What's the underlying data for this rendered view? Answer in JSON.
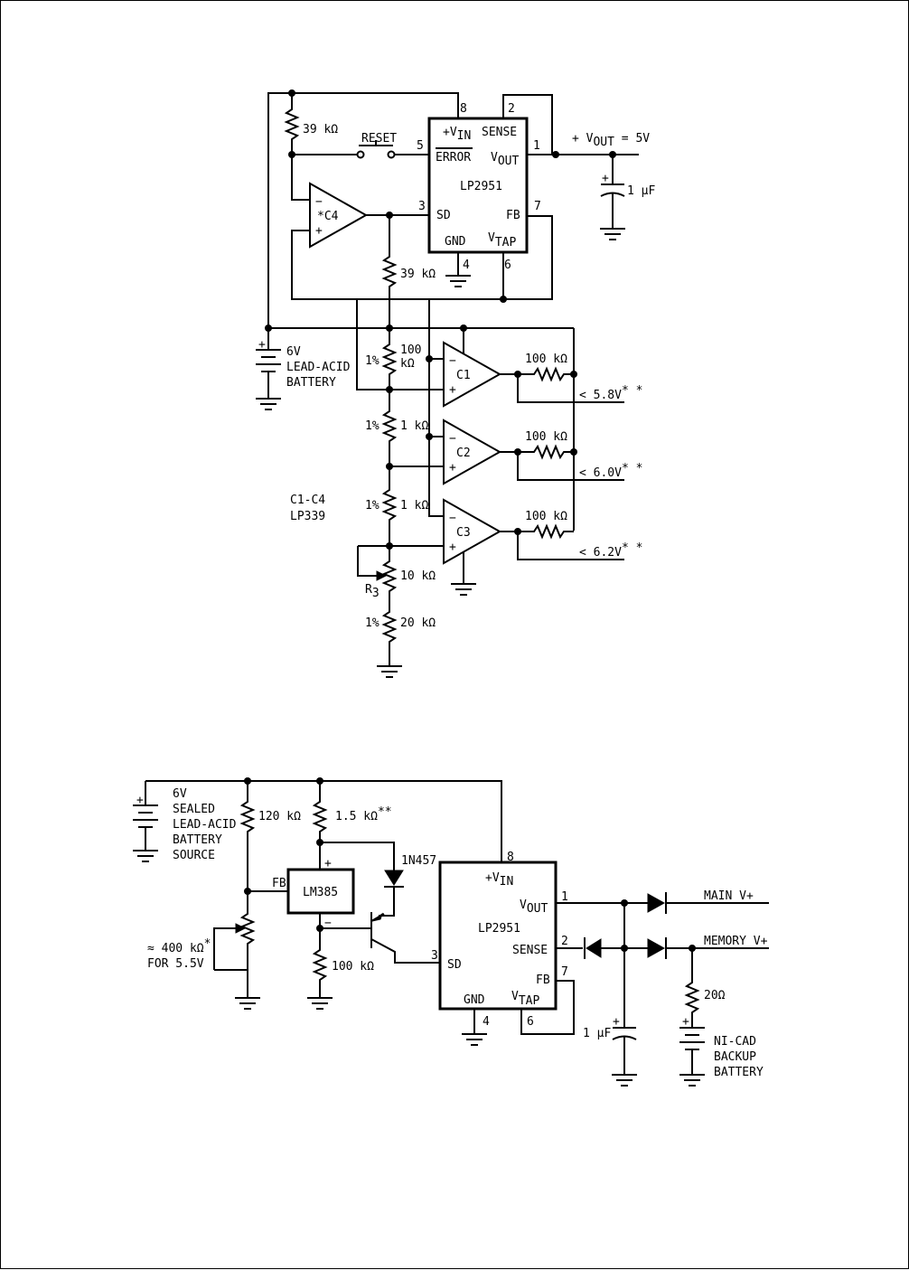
{
  "circuit1": {
    "regulator": {
      "name": "LP2951",
      "pins": {
        "vin": "+V",
        "vin_sub": "IN",
        "sense": "SENSE",
        "error": "ERROR",
        "vout": "V",
        "vout_sub": "OUT",
        "sd": "SD",
        "fb": "FB",
        "gnd": "GND",
        "vtap": "V",
        "vtap_sub": "TAP"
      },
      "pin_numbers": {
        "p8": "8",
        "p2": "2",
        "p5": "5",
        "p1": "1",
        "p3": "3",
        "p7": "7",
        "p4": "4",
        "p6": "6"
      }
    },
    "output_label_pre": "+ V",
    "output_label_sub": "OUT",
    "output_label_post": " = 5V",
    "cap": "1 μF",
    "cap_plus": "+",
    "r_pullup": "39 kΩ",
    "reset": "RESET",
    "c4": "*C4",
    "minus": "−",
    "plus": "+",
    "r_39k_2": "39 kΩ",
    "battery": {
      "v": "6V",
      "type": "LEAD-ACID",
      "name": "BATTERY",
      "plus": "+"
    },
    "r_100k_a": "100",
    "r_100k_b": "kΩ",
    "pct": "1%",
    "r_1k": "1 kΩ",
    "r_10k": "10 kΩ",
    "r_20k": "20 kΩ",
    "r3": "R",
    "r3_sub": "3",
    "c1": "C1",
    "c2": "C2",
    "c3": "C3",
    "hyst": "100 kΩ",
    "out1": "< 5.8V",
    "out2": "< 6.0V",
    "out3": "< 6.2V",
    "stars": "* *",
    "comp_note_1": "C1-C4",
    "comp_note_2": "LP339"
  },
  "circuit2": {
    "battery": {
      "l1": "6V",
      "l2": "SEALED",
      "l3": "LEAD-ACID",
      "l4": "BATTERY",
      "l5": "SOURCE",
      "plus": "+"
    },
    "r_120k": "120 kΩ",
    "r_1k5": "1.5 kΩ",
    "r_1k5_star": "**",
    "diode": "1N457",
    "ref_name": "LM385",
    "fb": "FB",
    "pot_l1": "≈ 400 kΩ",
    "pot_star": "*",
    "pot_l2": "FOR 5.5V",
    "r_100k": "100 kΩ",
    "regulator": {
      "name": "LP2951",
      "pins": {
        "vin": "+V",
        "vin_sub": "IN",
        "vout": "V",
        "vout_sub": "OUT",
        "sense": "SENSE",
        "sd": "SD",
        "fb": "FB",
        "gnd": "GND",
        "vtap": "V",
        "vtap_sub": "TAP"
      },
      "pin_numbers": {
        "p8": "8",
        "p1": "1",
        "p2": "2",
        "p3": "3",
        "p7": "7",
        "p4": "4",
        "p6": "6"
      }
    },
    "cap": "1 μF",
    "cap_plus": "+",
    "main": "MAIN V+",
    "memory": "MEMORY V+",
    "r_20": "20Ω",
    "backup_l1": "NI-CAD",
    "backup_l2": "BACKUP",
    "backup_l3": "BATTERY",
    "backup_plus": "+"
  }
}
